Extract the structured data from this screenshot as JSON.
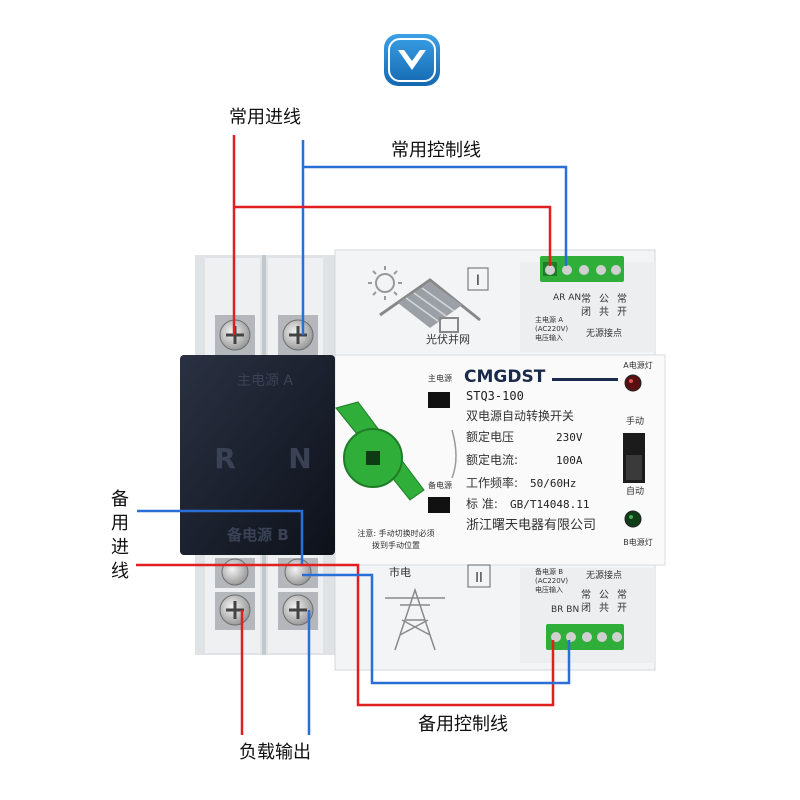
{
  "labels": {
    "main_input": "常用进线",
    "main_control": "常用控制线",
    "backup_input_lines": [
      "备",
      "用",
      "进",
      "线"
    ],
    "backup_control": "备用控制线",
    "load_output": "负载输出"
  },
  "device": {
    "brand": "CMGDST",
    "model": "STQ3-100",
    "name": "双电源自动转换开关",
    "specs": [
      {
        "label": "额定电压",
        "value": "230V"
      },
      {
        "label": "额定电流:",
        "value": "100A"
      },
      {
        "label": "工作频率:",
        "value": "50/60Hz"
      },
      {
        "label": "标 准:",
        "value": "GB/T14048.11"
      }
    ],
    "maker": "浙江曙天电器有限公司",
    "main_source": "主电源",
    "backup_source": "备电源",
    "note_lines": [
      "注意: 手动切换时必须",
      "拨到手动位置"
    ],
    "cover_top": "主电源 A",
    "cover_bottom": "备电源 B",
    "cover_r": "R",
    "cover_n": "N",
    "solar_label": "光伏并网",
    "grid_label": "市电",
    "roman_1": "I",
    "roman_2": "II",
    "lamp_a": "A电源灯",
    "lamp_b": "B电源灯",
    "manual": "手动",
    "auto": "自动",
    "top_terms": "AR AN",
    "top_src_lines": [
      "主电源 A",
      "(AC220V)",
      "电压输入"
    ],
    "bot_terms": "BR BN",
    "bot_src_lines": [
      "备电源 B",
      "(AC220V)",
      "电压输入"
    ],
    "contact_chars": [
      "常",
      "公",
      "常",
      "闭",
      "共",
      "开"
    ],
    "dry_contact": "无源接点"
  },
  "colors": {
    "live": "#e02020",
    "neutral": "#2a6fd6",
    "accent": "#1a7fc8",
    "green": "#2fae3a",
    "cover": "#141a26"
  },
  "icons": {
    "badge": "chevron-down-icon",
    "knob": "rotary-knob",
    "solar": "solar-house-icon",
    "pylon": "power-pylon-icon"
  }
}
